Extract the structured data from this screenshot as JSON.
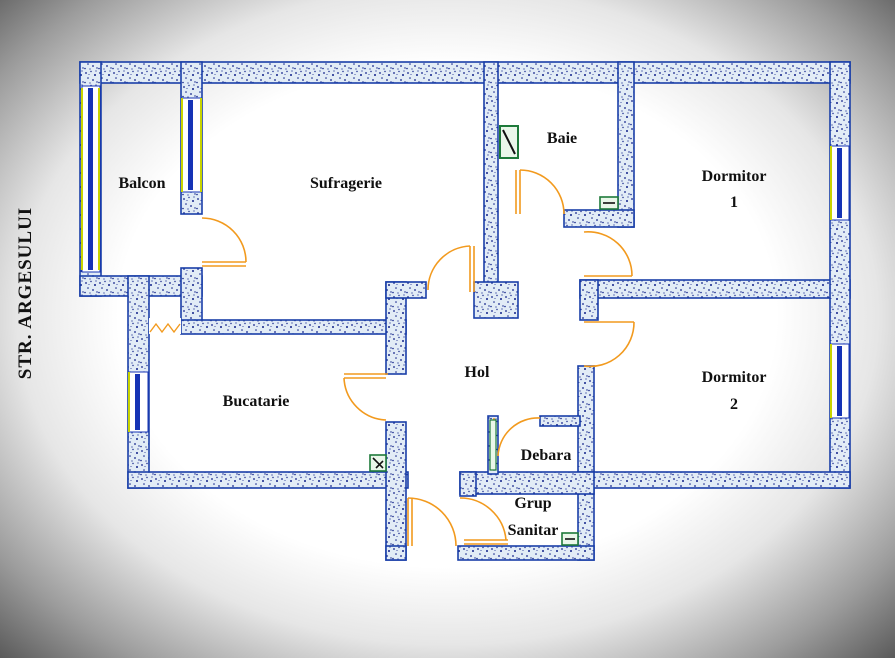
{
  "street": "STR. ARGESULUI",
  "rooms": {
    "balcon": "Balcon",
    "sufragerie": "Sufragerie",
    "baie": "Baie",
    "dormitor1_line1": "Dormitor",
    "dormitor1_line2": "1",
    "dormitor2_line1": "Dormitor",
    "dormitor2_line2": "2",
    "hol": "Hol",
    "bucatarie": "Bucatarie",
    "debara": "Debara",
    "grup_sanitar_line1": "Grup",
    "grup_sanitar_line2": "Sanitar"
  },
  "colors": {
    "wall_fill": "#e2ecf6",
    "wall_outline": "#1a3fa8",
    "wall_texture": "#12228a",
    "door_arc": "#f29a1e",
    "window_frame": "#1533b5",
    "window_glass": "#c8d400",
    "fixture": "#1e7a3a"
  }
}
